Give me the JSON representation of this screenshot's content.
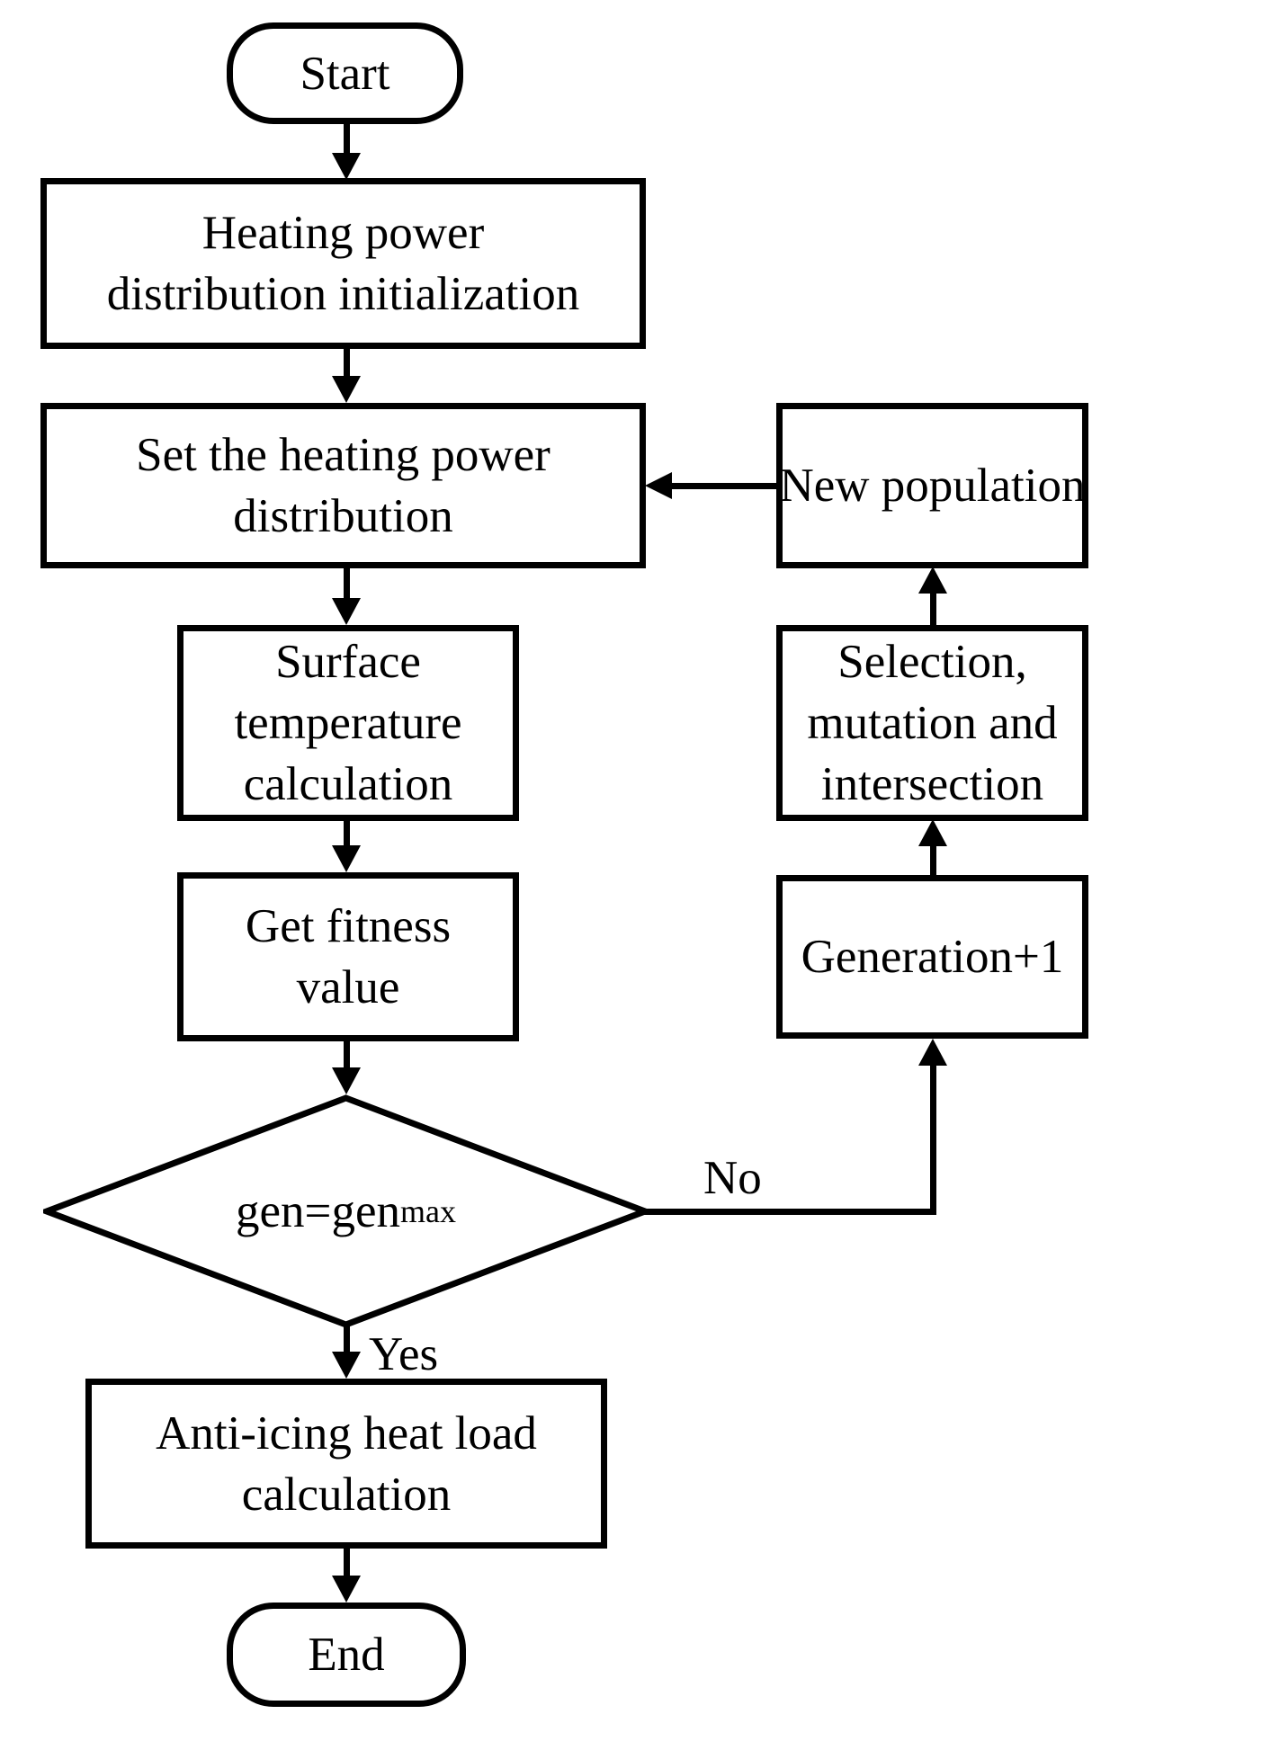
{
  "page": {
    "background_color": "#ffffff",
    "stroke_color": "#000000",
    "text_color": "#000000"
  },
  "flowchart": {
    "nodes": {
      "start": {
        "shape": "terminator",
        "label": "Start"
      },
      "init": {
        "shape": "process",
        "lines": [
          "Heating power",
          "distribution initialization"
        ]
      },
      "set_power": {
        "shape": "process",
        "lines": [
          "Set the heating power",
          "distribution"
        ]
      },
      "surface_temp": {
        "shape": "process",
        "lines": [
          "Surface",
          "temperature",
          "calculation"
        ]
      },
      "fitness": {
        "shape": "process",
        "lines": [
          "Get fitness",
          "value"
        ]
      },
      "decision": {
        "shape": "decision",
        "label": "gen=gen",
        "subscript": "max"
      },
      "anti_icing": {
        "shape": "process",
        "lines": [
          "Anti-icing heat load",
          "calculation"
        ]
      },
      "end": {
        "shape": "terminator",
        "label": "End"
      },
      "new_population": {
        "shape": "process",
        "lines": [
          "New population"
        ]
      },
      "selection": {
        "shape": "process",
        "lines": [
          "Selection,",
          "mutation and",
          "intersection"
        ]
      },
      "generation": {
        "shape": "process",
        "lines": [
          "Generation+1"
        ]
      }
    },
    "edge_labels": {
      "yes": "Yes",
      "no": "No"
    }
  }
}
